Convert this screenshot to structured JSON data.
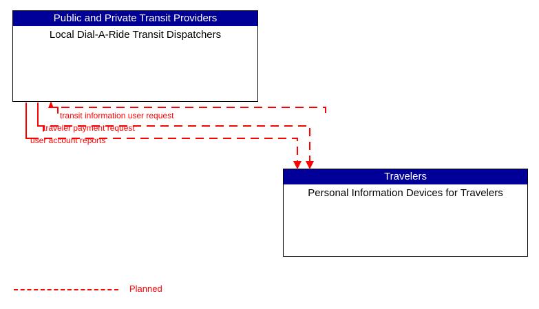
{
  "diagram": {
    "title": "Transit information flow diagram",
    "colors": {
      "header_fill": "#000099",
      "header_text": "#ffffff",
      "box_border": "#000000",
      "box_fill": "#ffffff",
      "flow_line": "#ff0000",
      "entity_text": "#000000"
    },
    "entities": [
      {
        "stakeholder": "Public and Private Transit Providers",
        "name": "Local Dial-A-Ride Transit Dispatchers"
      },
      {
        "stakeholder": "Travelers",
        "name": "Personal Information Devices for Travelers"
      }
    ],
    "flows": [
      {
        "label": "transit information user request",
        "direction": "right-to-left",
        "style": "planned"
      },
      {
        "label": "traveler payment request",
        "direction": "right-to-left",
        "style": "planned"
      },
      {
        "label": "user account reports",
        "direction": "left-to-right",
        "style": "planned"
      }
    ],
    "legend": {
      "label": "Planned",
      "line_style": "dashed"
    }
  }
}
